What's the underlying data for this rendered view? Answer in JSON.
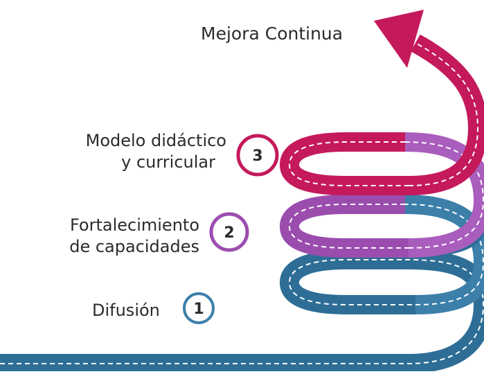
{
  "title": "Mejora Continua",
  "steps": [
    {
      "number": "1",
      "label_lines": [
        "Difusión"
      ],
      "color": "#2E6E96"
    },
    {
      "number": "2",
      "label_lines": [
        "Fortalecimiento",
        "de capacidades"
      ],
      "color": "#9B4DAE"
    },
    {
      "number": "3",
      "label_lines": [
        "Modelo didáctico",
        "y curricular"
      ],
      "color": "#C41A5C"
    }
  ],
  "colors": {
    "blue_ribbon": "#2E6E96",
    "blue_light": "#3C80AA",
    "purple_ribbon": "#9B4DAE",
    "purple_light": "#A95EBD",
    "magenta_ribbon": "#C41A5C",
    "dash": "#ffffff",
    "text": "#2b2b2b"
  },
  "icons": [
    "spiral-road",
    "arrow-up-icon"
  ]
}
